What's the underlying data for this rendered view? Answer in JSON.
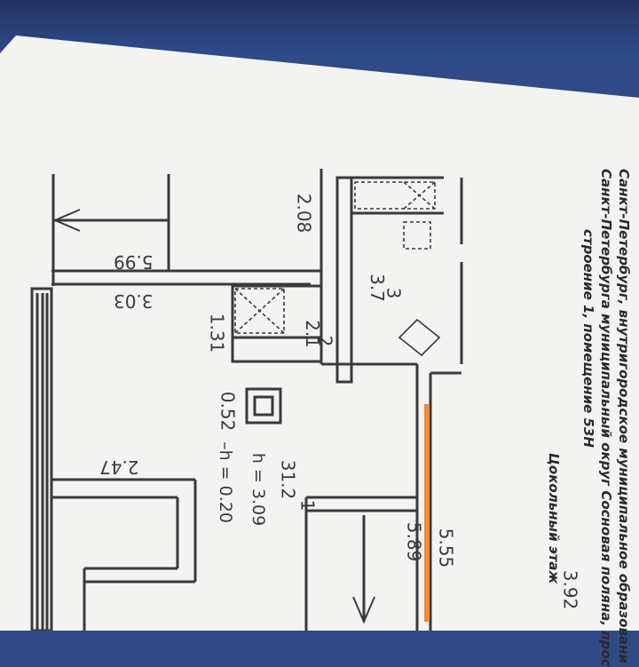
{
  "header": {
    "line1": "Санкт-Петербург, внутригородское муниципальное образовани",
    "line2": "Санкт-Петербурга муниципальный округ Сосновая поляна, прос",
    "line3": "строение 1, помещение 53Н",
    "floor": "Цокольный этаж"
  },
  "dimensions": {
    "d_5_55": "5.55",
    "d_5_89": "5.89",
    "d_3_92": "3.92",
    "d_5_99": "5.99",
    "d_3_03": "3.03",
    "d_2_08": "2.08",
    "d_1_31": "1.31",
    "d_2_47": "2.47"
  },
  "rooms": {
    "room1_num": "1",
    "room1_area": "31.2",
    "room1_h": "h = 3.09",
    "room1_neg_h": "–h = 0.20",
    "room2_num": "2",
    "room2_area": "2.1",
    "room3_num": "3",
    "room3_area": "3.7",
    "shaft_size": "0.52"
  },
  "colors": {
    "paper": "#f3f3f1",
    "line": "#3a3a3a",
    "highlight": "#f08a3c",
    "background": "#2f4a86"
  }
}
